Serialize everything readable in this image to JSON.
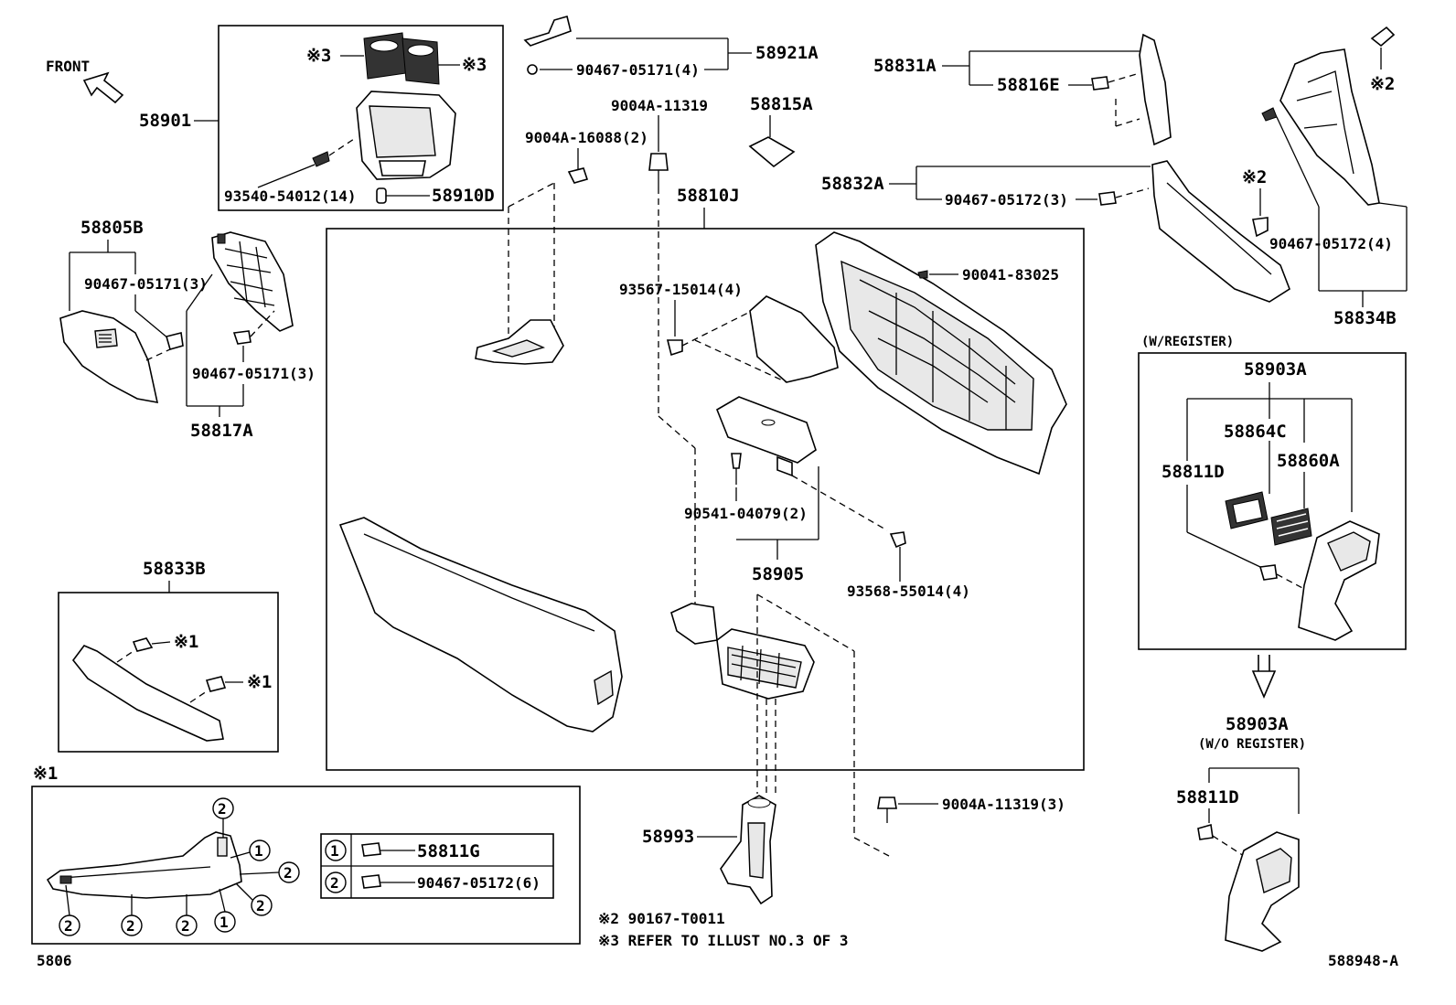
{
  "diagram": {
    "orientation": "FRONT",
    "footer_id": "588948-A",
    "page_number": "5806",
    "labels": {
      "p58901": "58901",
      "note3a": "※3",
      "note3b": "※3",
      "p93540": "93540-54012(14)",
      "p58910D": "58910D",
      "p58921A": "58921A",
      "p90467_top": "90467-05171(4)",
      "p9004A_11319": "9004A-11319",
      "p58815A": "58815A",
      "p9004A_16088": "9004A-16088(2)",
      "p58810J": "58810J",
      "p58831A": "58831A",
      "p58816E": "58816E",
      "note2a": "※2",
      "p58832A": "58832A",
      "p90467_05172_3": "90467-05172(3)",
      "note2b": "※2",
      "p90467_05172_4": "90467-05172(4)",
      "p58834B": "58834B",
      "p58805B": "58805B",
      "p90467_05171_3a": "90467-05171(3)",
      "p90467_05171_3b": "90467-05171(3)",
      "p58817A": "58817A",
      "p93567": "93567-15014(4)",
      "p90041": "90041-83025",
      "p90541": "90541-04079(2)",
      "p58905": "58905",
      "p93568": "93568-55014(4)",
      "p58833B": "58833B",
      "note1a": "※1",
      "note1b": "※1",
      "w_register": "(W/REGISTER)",
      "p58903A_a": "58903A",
      "p58864C": "58864C",
      "p58811D_a": "58811D",
      "p58860A": "58860A",
      "p58903A_b": "58903A",
      "wo_register": "(W/O REGISTER)",
      "p58811D_b": "58811D",
      "p9004A_11319_3": "9004A-11319(3)",
      "p58993": "58993",
      "note1_head": "※1",
      "footnote2": "※2 90167-T0011",
      "footnote3": "※3 REFER TO ILLUST NO.3 OF 3"
    },
    "legend": [
      {
        "key": "1",
        "part": "58811G"
      },
      {
        "key": "2",
        "part": "90467-05172(6)"
      }
    ],
    "callouts": {
      "c1": "1",
      "c2": "2"
    }
  }
}
